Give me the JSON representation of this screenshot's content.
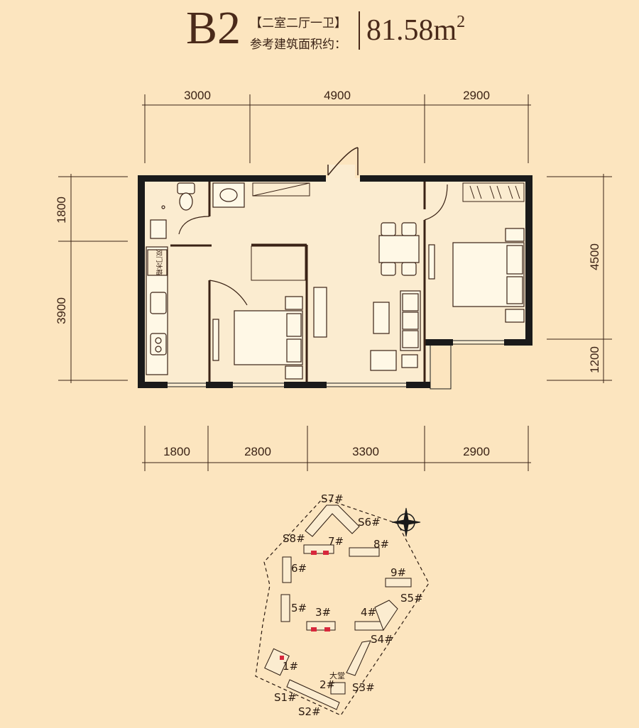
{
  "header": {
    "unit_code": "B2",
    "unit_type": "【二室二厅一卫】",
    "area_label": "参考建筑面积约：",
    "area_value": "81.58m",
    "area_unit_sup": "2"
  },
  "dimensions": {
    "top": [
      "3000",
      "4900",
      "2900"
    ],
    "bottom": [
      "1800",
      "2800",
      "3300",
      "2900"
    ],
    "left": [
      "1800",
      "3900"
    ],
    "right": [
      "4500",
      "1200"
    ]
  },
  "fixtures": {
    "fridge_label": "双门冰箱"
  },
  "site_plan": {
    "buildings": [
      "S7#",
      "S6#",
      "S8#",
      "7#",
      "8#",
      "6#",
      "9#",
      "S5#",
      "5#",
      "3#",
      "4#",
      "S4#",
      "1#",
      "2#",
      "S3#",
      "S1#",
      "S2#"
    ],
    "lobby_label": "大堂"
  },
  "colors": {
    "background": "#fce5bf",
    "wall": "#1a1a1a",
    "line": "#3a2215",
    "highlight": "#d8283c"
  }
}
